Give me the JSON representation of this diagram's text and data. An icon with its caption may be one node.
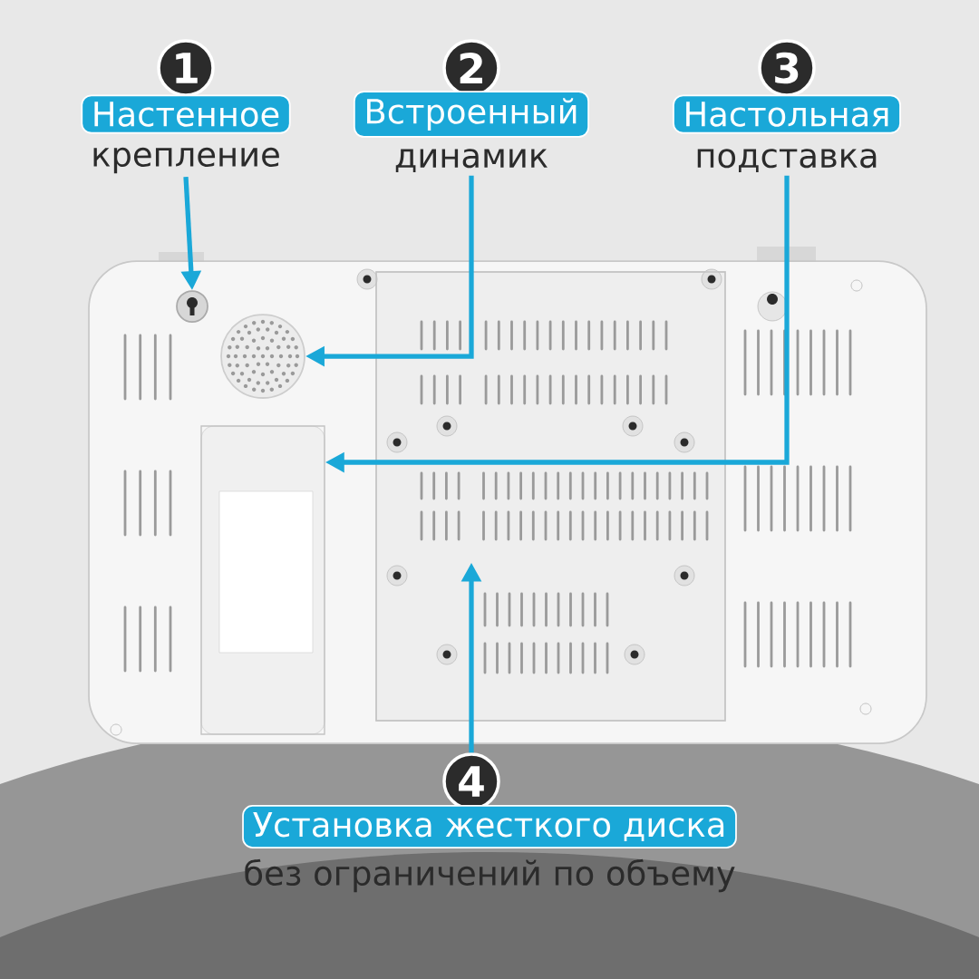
{
  "diagram": {
    "nodes": [
      {
        "text": [
          "1"
        ]
      },
      {
        "text": [
          "Настенное"
        ],
        "beside": [
          "крепление"
        ]
      },
      {
        "text": [
          "2"
        ]
      },
      {
        "text": [
          "Встроенный"
        ],
        "beside": [
          "динамик"
        ]
      },
      {
        "text": [
          "3"
        ]
      },
      {
        "text": [
          "Настольная"
        ],
        "beside": [
          "подставка"
        ]
      },
      {
        "text": [],
        "shape": "picture"
      },
      {
        "text": [],
        "shape": "circle"
      },
      {
        "text": [],
        "shape": "box"
      },
      {
        "text": [],
        "shape": "box"
      },
      {
        "text": [
          "4"
        ]
      },
      {
        "text": [
          "Установка жесткого диска"
        ],
        "beside": [
          "без ограничений по объему"
        ]
      }
    ],
    "edges": [
      {
        "from": 1,
        "to": 6,
        "arrow": "to"
      },
      {
        "from": 3,
        "to": 7,
        "arrow": "to"
      },
      {
        "from": 5,
        "to": 8,
        "arrow": "to"
      },
      {
        "from": 10,
        "to": 9,
        "arrow": "to"
      }
    ]
  }
}
